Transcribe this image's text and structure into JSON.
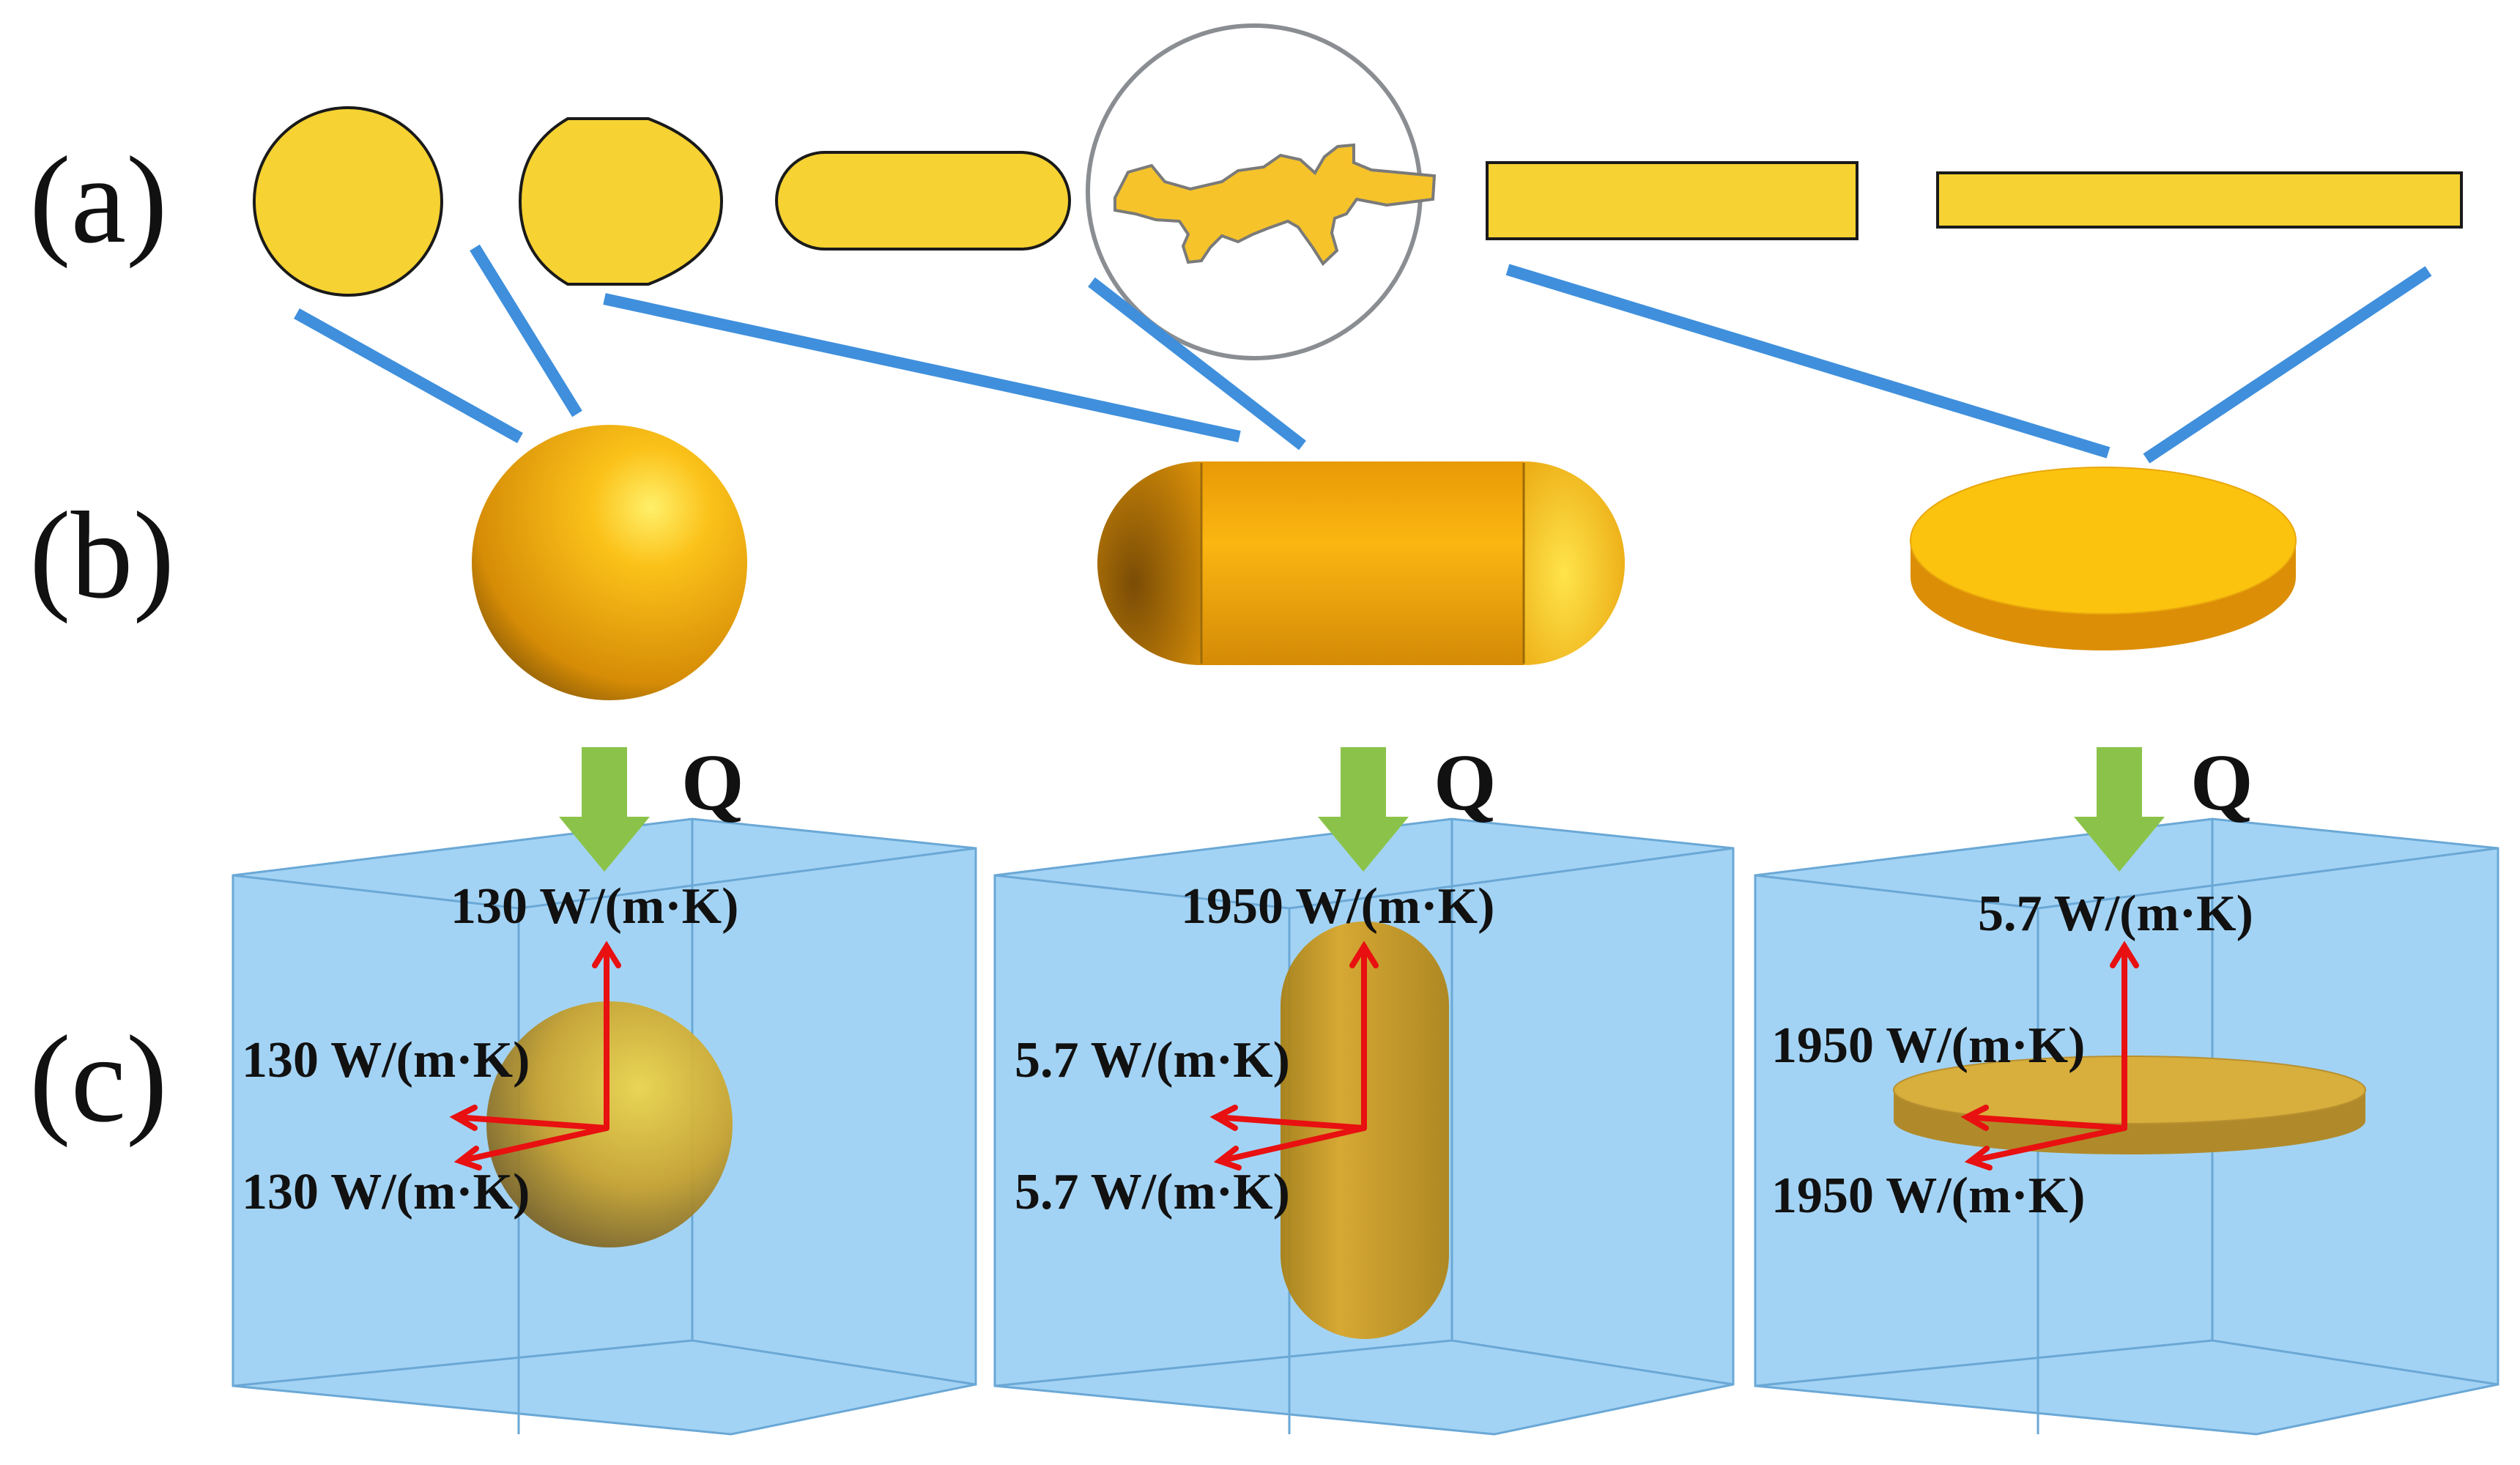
{
  "panel_labels": {
    "a": "(a)",
    "b": "(b)",
    "c": "(c)"
  },
  "heat_flux_label": "Q",
  "columns": [
    {
      "shape": "sphere",
      "conductivity": {
        "vertical": "130 W/(m·K)",
        "horizontal_upper": "130 W/(m·K)",
        "horizontal_lower": "130 W/(m·K)"
      }
    },
    {
      "shape": "rod",
      "conductivity": {
        "vertical": "1950 W/(m·K)",
        "horizontal_upper": "5.7 W/(m·K)",
        "horizontal_lower": "5.7 W/(m·K)"
      }
    },
    {
      "shape": "disk",
      "conductivity": {
        "vertical": "5.7 W/(m·K)",
        "horizontal_upper": "1950 W/(m·K)",
        "horizontal_lower": "1950 W/(m·K)"
      }
    }
  ],
  "colors": {
    "particle_fill": "#F6D232",
    "particle_3d": "#E8A20A",
    "connector_line": "#3F8FDC",
    "matrix_box": "#8FC8F0",
    "heat_arrow": "#8BC34A",
    "axis_arrow": "#E81010"
  }
}
